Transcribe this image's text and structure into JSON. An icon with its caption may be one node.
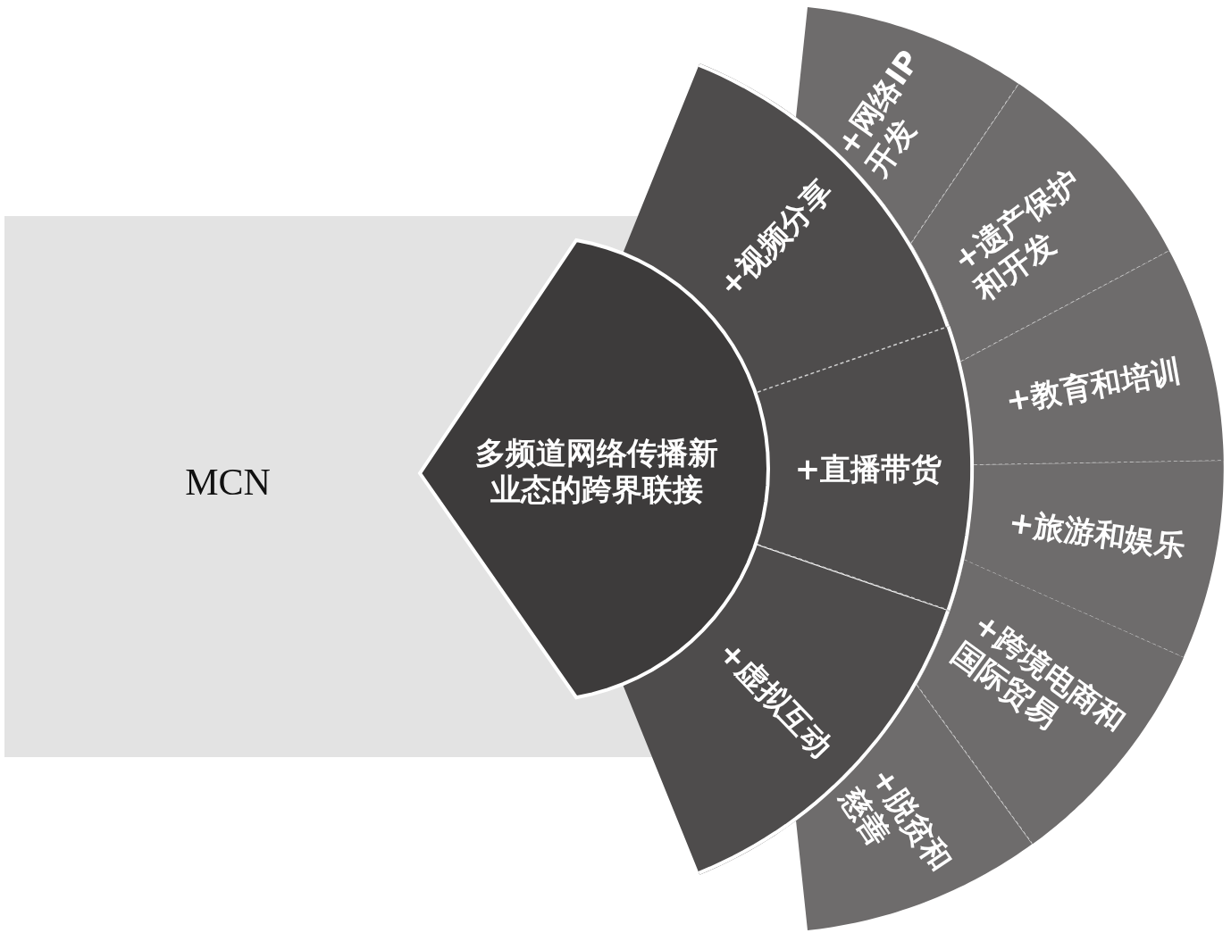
{
  "diagram": {
    "nodes": [
      {
        "text": [
          "MCN"
        ]
      },
      {
        "text": [
          "多频道网络传播新业态的跨界联接"
        ]
      },
      {
        "text": [
          "+视频分享"
        ]
      },
      {
        "text": [
          "+直播带货"
        ]
      },
      {
        "text": [
          "+虚拟互动"
        ]
      },
      {
        "text": [
          "+网络IP开发"
        ]
      },
      {
        "text": [
          "+遗产保护和开发"
        ]
      },
      {
        "text": [
          "+教育和培训"
        ]
      },
      {
        "text": [
          "+旅游和娱乐"
        ]
      },
      {
        "text": [
          "+跨境电商和国际贸易"
        ]
      },
      {
        "text": [
          "+脱贫和慈善"
        ]
      }
    ]
  }
}
